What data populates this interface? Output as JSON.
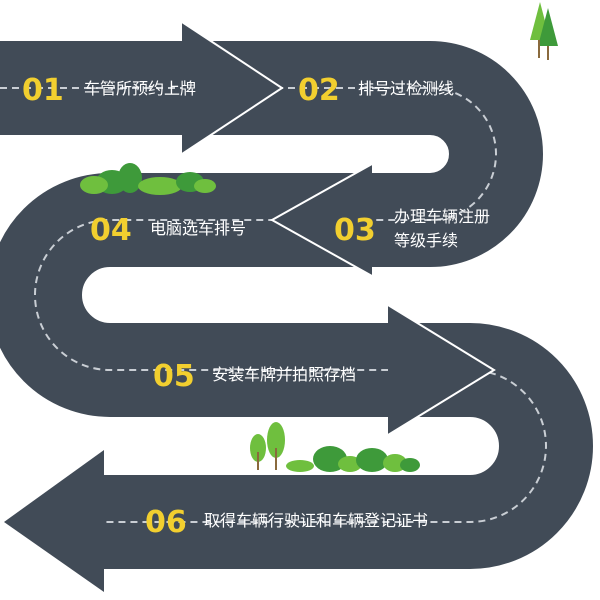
{
  "colors": {
    "road": "#414b57",
    "dash": "#c9ced4",
    "number": "#f2cf2f",
    "text": "#ffffff",
    "bush_dark": "#3e9a3a",
    "bush_light": "#6fbf3e",
    "trunk": "#8a6a3d"
  },
  "steps": [
    {
      "num": "01",
      "lines": [
        "车管所预约上牌"
      ]
    },
    {
      "num": "02",
      "lines": [
        "排号过检测线"
      ]
    },
    {
      "num": "03",
      "lines": [
        "办理车辆注册",
        "等级手续"
      ]
    },
    {
      "num": "04",
      "lines": [
        "电脑选车排号"
      ]
    },
    {
      "num": "05",
      "lines": [
        "安装车牌并拍照存档"
      ]
    },
    {
      "num": "06",
      "lines": [
        "取得车辆行驶证和车辆登记证书"
      ]
    }
  ]
}
